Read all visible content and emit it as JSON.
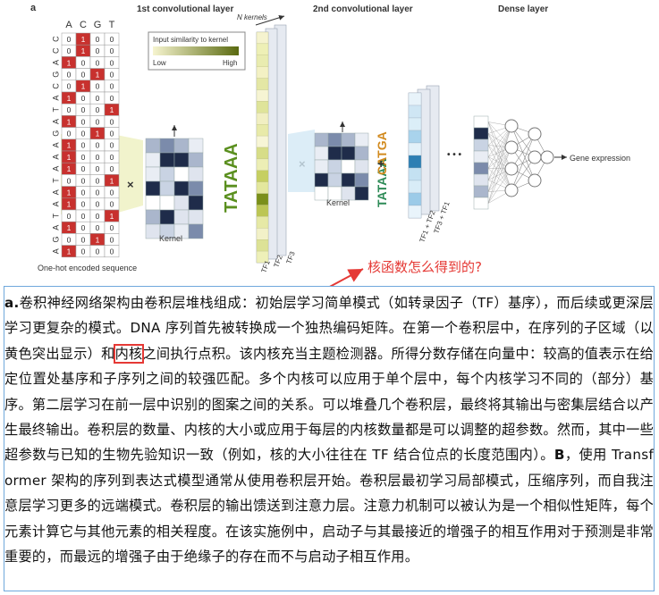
{
  "figure": {
    "panel_label": "a",
    "section_titles": {
      "conv1": "1st convolutional layer",
      "conv2": "2nd convolutional layer",
      "dense": "Dense layer"
    },
    "n_kernels_label": "N kernels",
    "onehot": {
      "columns": [
        "A",
        "C",
        "G",
        "T"
      ],
      "sequence": [
        "C",
        "C",
        "A",
        "G",
        "C",
        "A",
        "T",
        "A",
        "G",
        "A",
        "A",
        "A",
        "T",
        "A",
        "A",
        "T",
        "A",
        "G",
        "A"
      ],
      "caption": "One-hot encoded sequence"
    },
    "legend": {
      "title": "Input similarity to kernel",
      "low": "Low",
      "high": "High"
    },
    "kernel_label_1": "Kernel",
    "kernel_label_2": "Kernel",
    "multiply_symbol": "×",
    "plus_symbol": "+",
    "motif_1": "TATAAA",
    "motif_2a": "TATAAA",
    "motif_2b": "CATGA",
    "tf_labels": [
      "TF1",
      "TF2",
      "TF3"
    ],
    "tf_pair_labels": [
      "TF1 + TF2",
      "TF3 + TF1"
    ],
    "ellipsis": "• • •",
    "output_label": "Gene expression",
    "annotation": "核函数怎么得到的?",
    "colors": {
      "highlight": "#f3f0a8",
      "onehot_red": "#c8312e",
      "annotation": "#e53935",
      "caption_border": "#6fa8dc"
    }
  },
  "caption": {
    "seg1_bold": "a.",
    "seg2": "卷积神经网络架构由卷积层堆栈组成：初始层学习简单模式（如转录因子（TF）基序），而后续或更深层学习更复杂的模式。DNA 序列首先被转换成一个独热编码矩阵。在第一个卷积层中，在序列的子区域（以黄色突出显示）和",
    "seg3_highlight": "内核",
    "seg4": "之间执行点积。该内核充当主题检测器。所得分数存储在向量中：较高的值表示在给定位置处基序和子序列之间的较强匹配。多个内核可以应用于单个层中，每个内核学习不同的（部分）基序。第二层学习在前一层中识别的图案之间的关系。可以堆叠几个卷积层，最终将其输出与密集层结合以产生最终输出。卷积层的数量、内核的大小或应用于每层的内核数量都是可以调整的超参数。然而，其中一些超参数与已知的生物先验知识一致（例如，核的大小往往在 TF 结合位点的长度范围内）。",
    "seg5_bold": "B",
    "seg6": "，使用 Transformer 架构的序列到表达式模型通常从使用卷积层开始。卷积层最初学习局部模式，压缩序列，而自我注意层学习更多的远端模式。卷积层的输出馈送到注意力层。注意力机制可以被认为是一个相似性矩阵，每个元素计算它与其他元素的相关程度。在该实施例中，启动子与其最接近的增强子的相互作用对于预测是非常重要的，而最远的增强子由于绝缘子的存在而不与启动子相互作用。"
  }
}
